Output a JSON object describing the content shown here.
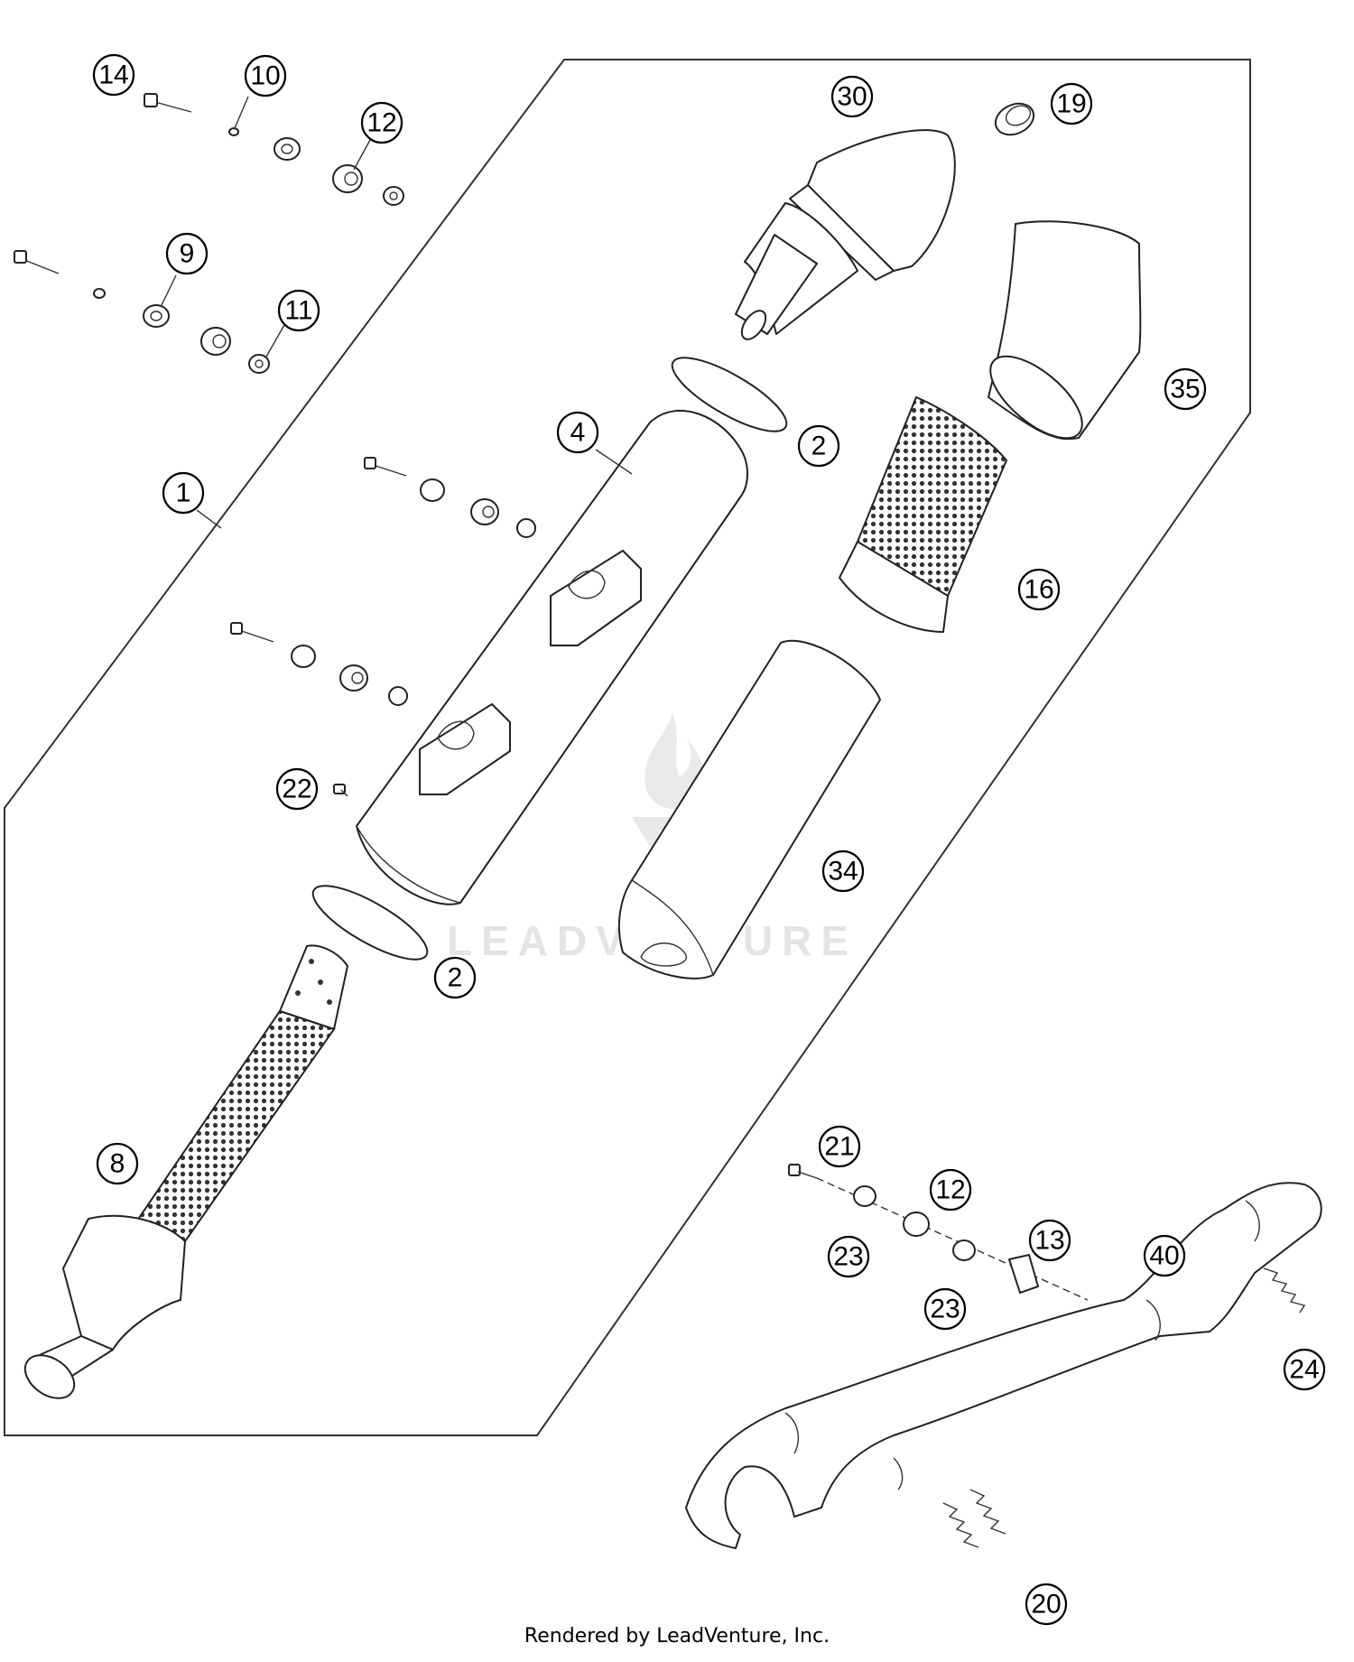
{
  "callouts": [
    {
      "id": "1",
      "label": "1"
    },
    {
      "id": "2a",
      "label": "2"
    },
    {
      "id": "2b",
      "label": "2"
    },
    {
      "id": "4",
      "label": "4"
    },
    {
      "id": "8",
      "label": "8"
    },
    {
      "id": "9",
      "label": "9"
    },
    {
      "id": "10",
      "label": "10"
    },
    {
      "id": "11",
      "label": "11"
    },
    {
      "id": "12a",
      "label": "12"
    },
    {
      "id": "12b",
      "label": "12"
    },
    {
      "id": "13",
      "label": "13"
    },
    {
      "id": "14",
      "label": "14"
    },
    {
      "id": "16",
      "label": "16"
    },
    {
      "id": "19",
      "label": "19"
    },
    {
      "id": "20",
      "label": "20"
    },
    {
      "id": "21",
      "label": "21"
    },
    {
      "id": "22",
      "label": "22"
    },
    {
      "id": "23a",
      "label": "23"
    },
    {
      "id": "23b",
      "label": "23"
    },
    {
      "id": "24",
      "label": "24"
    },
    {
      "id": "30",
      "label": "30"
    },
    {
      "id": "34",
      "label": "34"
    },
    {
      "id": "35",
      "label": "35"
    },
    {
      "id": "40",
      "label": "40"
    }
  ],
  "watermark": "LEADVENTURE",
  "footer": "Rendered by LeadVenture, Inc."
}
